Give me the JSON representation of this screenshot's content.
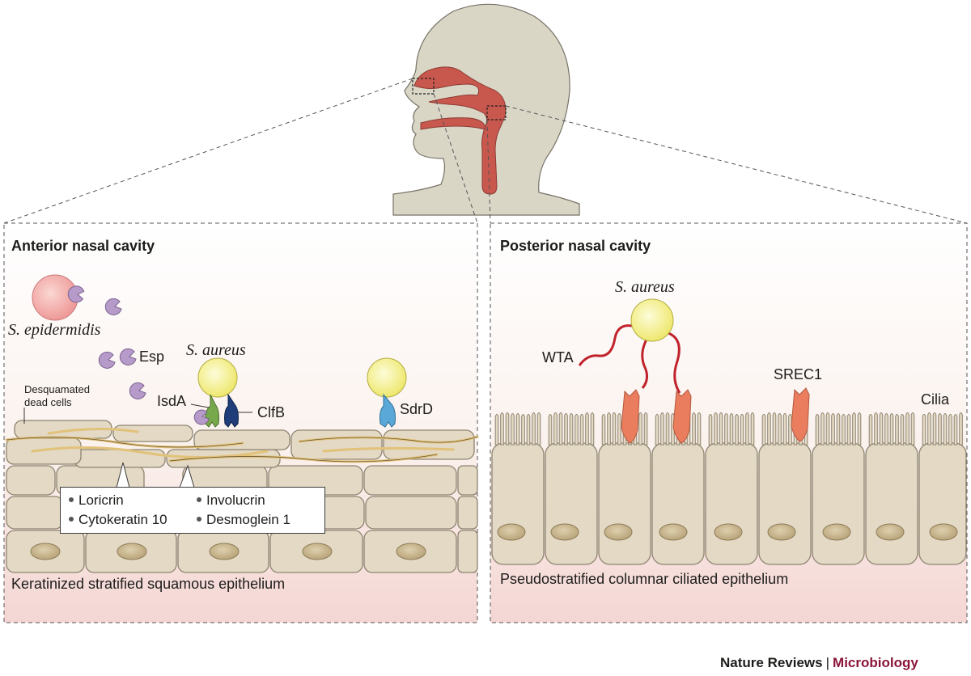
{
  "panels": {
    "anterior": {
      "title": "Anterior nasal cavity",
      "caption": "Keratinized stratified squamous epithelium",
      "labels": {
        "s_epidermidis": "S. epidermidis",
        "esp": "Esp",
        "s_aureus": "S. aureus",
        "desquamated_1": "Desquamated",
        "desquamated_2": "dead cells",
        "isda": "IsdA",
        "clfb": "ClfB",
        "sdrd": "SdrD"
      },
      "legend": {
        "loricrin": "Loricrin",
        "involucrin": "Involucrin",
        "cytokeratin": "Cytokeratin 10",
        "desmoglein": "Desmoglein 1"
      }
    },
    "posterior": {
      "title": "Posterior nasal cavity",
      "caption": "Pseudostratified columnar ciliated epithelium",
      "labels": {
        "s_aureus": "S. aureus",
        "wta": "WTA",
        "srec1": "SREC1",
        "cilia": "Cilia"
      }
    }
  },
  "brand": {
    "journal": "Nature Reviews",
    "separator": "|",
    "section": "Microbiology"
  },
  "colors": {
    "head": "#d9d6c6",
    "tract": "#c8584d",
    "cell_fill": "#e3d9c5",
    "cell_stroke": "#8d8470",
    "nucleus": "#c7b58c",
    "keratin_strand": "#e2c27a",
    "s_aureus": "#f3ef8a",
    "s_epidermidis": "#f2a7a7",
    "esp": "#b69ac9",
    "isda": "#77a84c",
    "clfb": "#1f3d78",
    "sdrd": "#5aa8d8",
    "receptor": "#e97d5e",
    "wta": "#c1232c",
    "brand_accent": "#8a1538"
  }
}
